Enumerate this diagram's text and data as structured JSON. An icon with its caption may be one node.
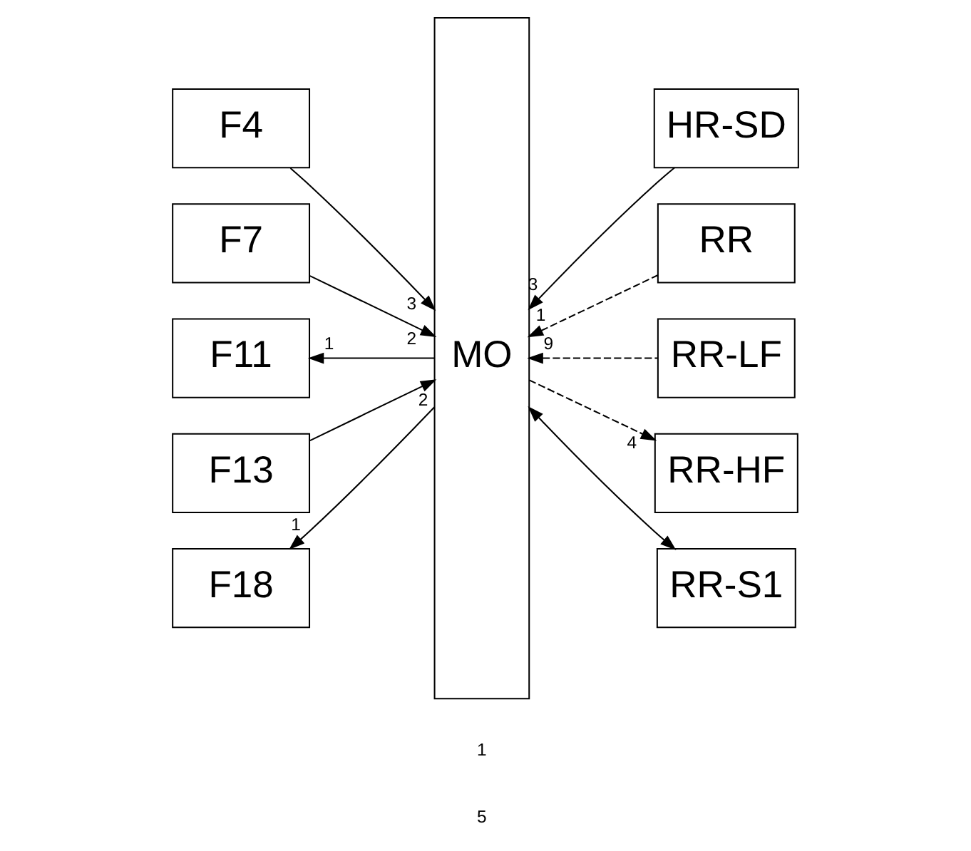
{
  "diagram": {
    "nodes": [
      {
        "text": [
          "F4"
        ]
      },
      {
        "text": [
          "F7"
        ]
      },
      {
        "text": [
          "F11"
        ]
      },
      {
        "text": [
          "F13"
        ]
      },
      {
        "text": [
          "F18"
        ]
      },
      {
        "text": [
          "MO"
        ]
      },
      {
        "text": [
          "HR-SD"
        ]
      },
      {
        "text": [
          "RR"
        ]
      },
      {
        "text": [
          "RR-LF"
        ]
      },
      {
        "text": [
          "RR-HF"
        ]
      },
      {
        "text": [
          "RR-S1"
        ]
      }
    ],
    "edges": [
      {
        "from": 0,
        "to": 5,
        "arrow": "to",
        "label": "3"
      },
      {
        "from": 1,
        "to": 5,
        "arrow": "to",
        "label": "2"
      },
      {
        "from": 5,
        "to": 2,
        "arrow": "to",
        "label": "1"
      },
      {
        "from": 3,
        "to": 5,
        "arrow": "to",
        "label": "2"
      },
      {
        "from": 5,
        "to": 4,
        "arrow": "to",
        "label": "1"
      },
      {
        "from": 6,
        "to": 5,
        "arrow": "to",
        "label": "3"
      },
      {
        "from": 7,
        "to": 5,
        "arrow": "to",
        "label": "1",
        "style": "dashed"
      },
      {
        "from": 8,
        "to": 5,
        "arrow": "to",
        "label": "9",
        "style": "dashed"
      },
      {
        "from": 5,
        "to": 9,
        "arrow": "to",
        "label": "4",
        "style": "dashed"
      },
      {
        "from": 5,
        "to": 10,
        "arrow": "both"
      }
    ],
    "labels": [
      "1",
      "5"
    ]
  }
}
